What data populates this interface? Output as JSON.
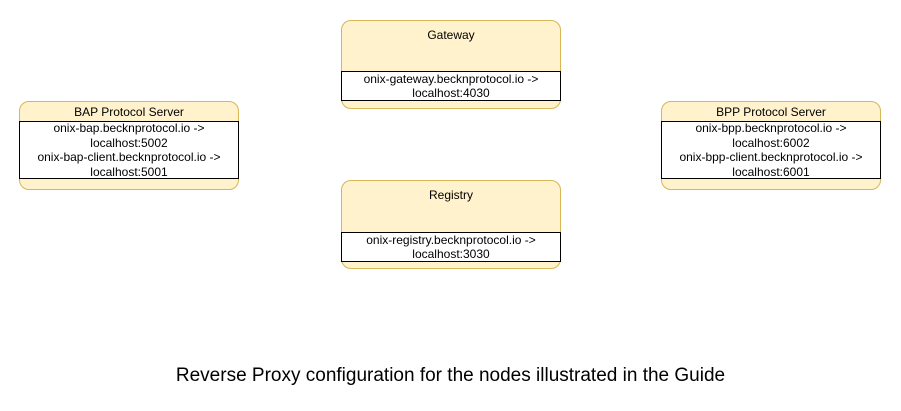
{
  "colors": {
    "background": "#FFFFFF",
    "node_fill": "#FFF2CC",
    "node_border": "#D6B656",
    "mapping_fill": "#FFFFFF",
    "mapping_border": "#000000",
    "text": "#000000"
  },
  "diagram": {
    "nodes": [
      {
        "id": "gateway",
        "title": "Gateway",
        "lines": [
          "onix-gateway.becknprotocol.io ->",
          "localhost:4030"
        ]
      },
      {
        "id": "bap-protocol-server",
        "title": "BAP Protocol Server",
        "lines": [
          "onix-bap.becknprotocol.io ->",
          "localhost:5002",
          "onix-bap-client.becknprotocol.io ->",
          "localhost:5001"
        ]
      },
      {
        "id": "bpp-protocol-server",
        "title": "BPP Protocol Server",
        "lines": [
          "onix-bpp.becknprotocol.io ->",
          "localhost:6002",
          "onix-bpp-client.becknprotocol.io ->",
          "localhost:6001"
        ]
      },
      {
        "id": "registry",
        "title": "Registry",
        "lines": [
          "onix-registry.becknprotocol.io ->",
          "localhost:3030"
        ]
      }
    ]
  },
  "caption": "Reverse Proxy configuration for the nodes illustrated in the Guide"
}
